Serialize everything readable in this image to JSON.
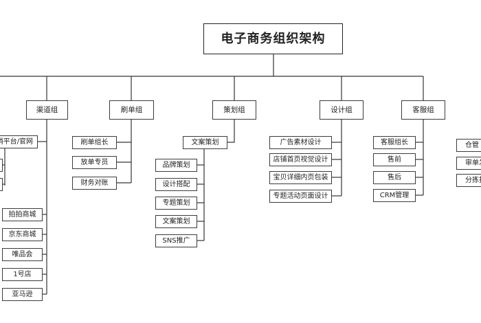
{
  "root": {
    "title": "电子商务组织架构"
  },
  "groups": [
    {
      "label": "渠道组",
      "items": [
        "销平台/官网",
        "拍拍商城",
        "京东商城",
        "唯品会",
        "1号店",
        "亚马逊"
      ]
    },
    {
      "label": "刷单组",
      "items": [
        "刷单组长",
        "放单专员",
        "财务对账"
      ]
    },
    {
      "label": "策划组",
      "items": [
        "文案策划",
        "品牌策划",
        "设计搭配",
        "专题策划",
        "文案策划",
        "SNS推广"
      ]
    },
    {
      "label": "设计组",
      "items": [
        "广告素材设计",
        "店铺首页视觉设计",
        "宝贝详细内页包装",
        "专题活动页面设计"
      ]
    },
    {
      "label": "客服组",
      "items": [
        "客服组长",
        "售前",
        "售后",
        "CRM管理"
      ]
    },
    {
      "label": "",
      "items": [
        "仓管",
        "审单发",
        "分拣打"
      ]
    }
  ]
}
